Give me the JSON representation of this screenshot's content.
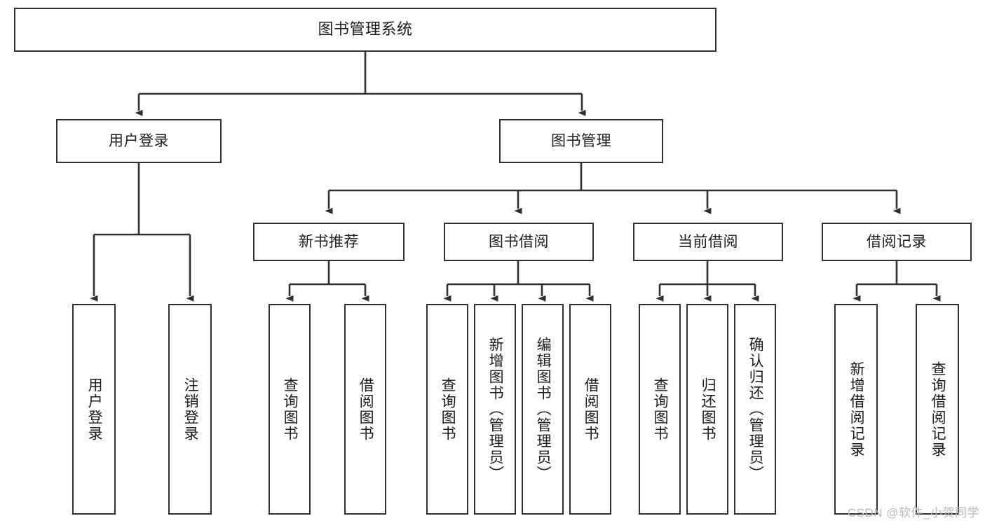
{
  "diagram": {
    "title": "图书管理系统",
    "type": "tree",
    "background_color": "#ffffff",
    "node_border_color": "#2f2f2f",
    "node_fill_color": "#ffffff",
    "edge_color": "#2f2f2f",
    "text_color": "#1b1b1b"
  },
  "nodes": {
    "root": {
      "label": "图书管理系统"
    },
    "level1": [
      {
        "id": "user-login",
        "label": "用户登录"
      },
      {
        "id": "book-management",
        "label": "图书管理"
      }
    ],
    "level2": [
      {
        "id": "new-book-recommend",
        "label": "新书推荐"
      },
      {
        "id": "book-borrow",
        "label": "图书借阅"
      },
      {
        "id": "current-borrow",
        "label": "当前借阅"
      },
      {
        "id": "borrow-record",
        "label": "借阅记录"
      }
    ],
    "leaves": {
      "user_login": [
        {
          "id": "leaf-user-login",
          "label": "用户登录"
        },
        {
          "id": "leaf-logout-login",
          "label": "注销登录"
        }
      ],
      "new_book_recommend": [
        {
          "id": "leaf-query-book-1",
          "label": "查询图书"
        },
        {
          "id": "leaf-borrow-book-1",
          "label": "借阅图书"
        }
      ],
      "book_borrow": [
        {
          "id": "leaf-query-book-2",
          "label": "查询图书"
        },
        {
          "id": "leaf-add-book",
          "label": "新增图书（管理员）"
        },
        {
          "id": "leaf-edit-book",
          "label": "编辑图书（管理员）"
        },
        {
          "id": "leaf-borrow-book-2",
          "label": "借阅图书"
        }
      ],
      "current_borrow": [
        {
          "id": "leaf-query-book-3",
          "label": "查询图书"
        },
        {
          "id": "leaf-return-book",
          "label": "归还图书"
        },
        {
          "id": "leaf-confirm-return",
          "label": "确认归还（管理员）"
        }
      ],
      "borrow_record": [
        {
          "id": "leaf-add-record",
          "label": "新增借阅记录"
        },
        {
          "id": "leaf-query-record",
          "label": "查询借阅记录"
        }
      ]
    }
  },
  "watermark": {
    "text": "CSDN @软件_小贺同学"
  }
}
